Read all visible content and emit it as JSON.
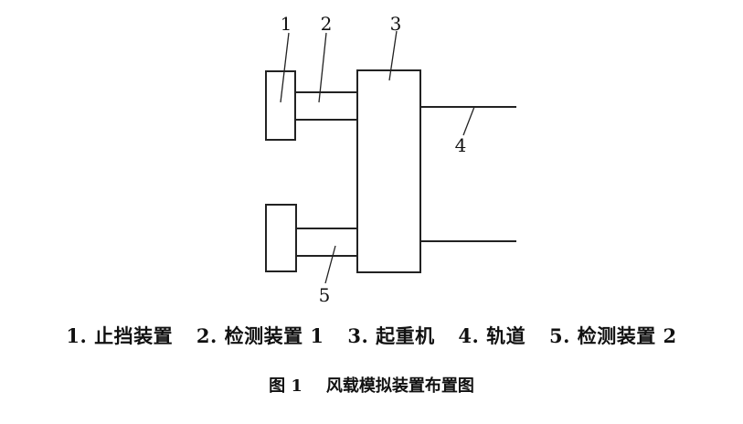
{
  "labels": {
    "stop_device": "1",
    "detector_1": "2",
    "crane": "3",
    "track": "4",
    "detector_2": "5"
  },
  "legend": [
    "1. 止挡装置",
    "2. 检测装置 1",
    "3. 起重机",
    "4. 轨道",
    "5. 检测装置 2"
  ],
  "caption": {
    "figure_number": "图 1",
    "title": "风载模拟装置布置图"
  }
}
